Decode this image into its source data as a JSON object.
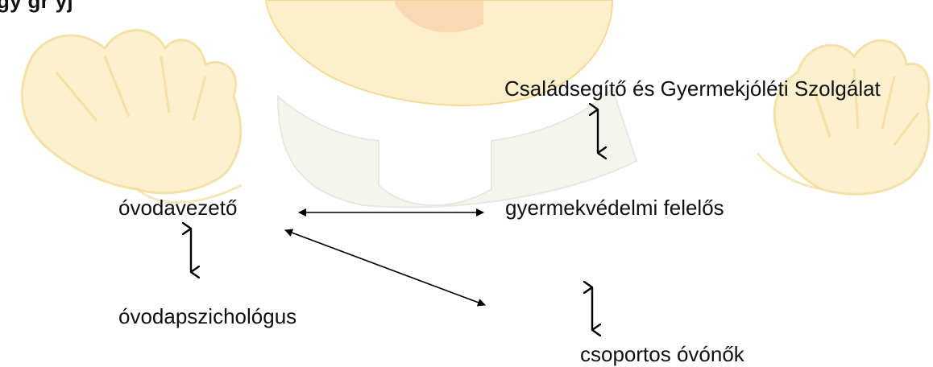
{
  "header": {
    "partial_title": "gy                                      gr    yj"
  },
  "diagram": {
    "nodes": {
      "csaladsegito": "Családsegítő és Gyermekjóléti Szolgálat",
      "ovodavezeto": "óvodavezető",
      "gyermekvedelmi": "gyermekvédelmi felelős",
      "ovodapszichologus": "óvodapszichológus",
      "csoportos": "csoportos óvónők"
    }
  },
  "colors": {
    "text": "#111111",
    "watermark_fill": "#fbe6b0",
    "watermark_face": "#f7c56a",
    "watermark_shirt": "#eef0e8",
    "arrow": "#000000"
  },
  "icons": {
    "background": "waving-cartoon-child-watermark"
  }
}
